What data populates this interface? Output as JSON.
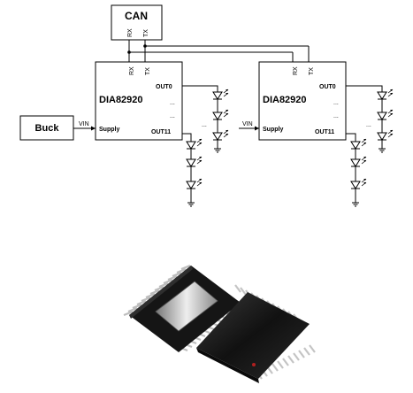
{
  "can": {
    "label": "CAN",
    "rx": "RX",
    "tx": "TX"
  },
  "buck": {
    "label": "Buck"
  },
  "ic1": {
    "name": "DIA82920",
    "rx": "RX",
    "tx": "TX",
    "out0": "OUT0",
    "out11": "OUT11",
    "supply": "Supply",
    "vin": "VIN",
    "dots": "..."
  },
  "ic2": {
    "name": "DIA82920",
    "rx": "RX",
    "tx": "TX",
    "out0": "OUT0",
    "out11": "OUT11",
    "supply": "Supply",
    "vin": "VIN",
    "dots": "..."
  },
  "led_dots": "...",
  "colors": {
    "line": "#000000",
    "chip_body": "#1a1a1a",
    "lead": "#c8c8c8"
  }
}
